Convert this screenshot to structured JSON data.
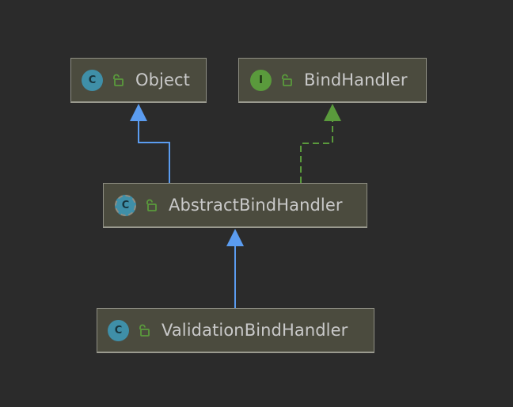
{
  "diagram": {
    "nodes": {
      "object": {
        "label": "Object",
        "kind": "C",
        "kind_name": "class"
      },
      "bind_handler": {
        "label": "BindHandler",
        "kind": "I",
        "kind_name": "interface"
      },
      "abstract_bind_handler": {
        "label": "AbstractBindHandler",
        "kind": "C",
        "kind_name": "abstract-class"
      },
      "validation_bind_handler": {
        "label": "ValidationBindHandler",
        "kind": "C",
        "kind_name": "class"
      }
    },
    "edges": [
      {
        "from": "abstract_bind_handler",
        "to": "object",
        "type": "extends"
      },
      {
        "from": "abstract_bind_handler",
        "to": "bind_handler",
        "type": "implements"
      },
      {
        "from": "validation_bind_handler",
        "to": "abstract_bind_handler",
        "type": "extends"
      }
    ],
    "colors": {
      "background": "#2b2b2b",
      "extends_edge": "#5b9cf0",
      "implements_edge": "#5a9a3c",
      "node_fill": "#4b4b3e"
    }
  }
}
